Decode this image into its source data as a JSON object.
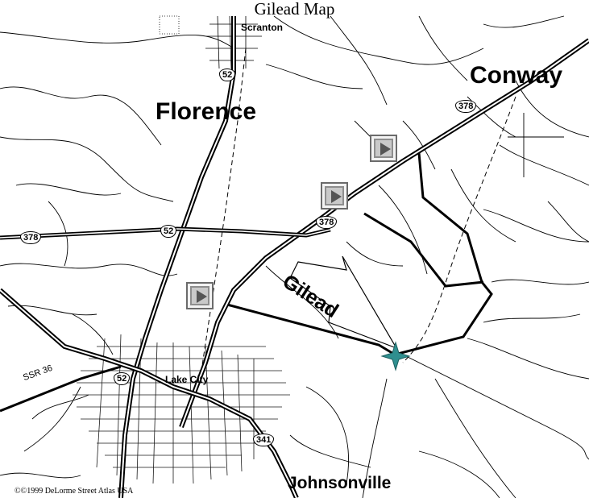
{
  "title": "Gilead Map",
  "labels": {
    "florence": "Florence",
    "conway": "Conway",
    "gilead": "Gilead",
    "johnsonville": "Johnsonville",
    "scranton": "Scranton",
    "lake_city": "Lake City",
    "ssr": "SSR 36"
  },
  "shields": {
    "us52_north": "52",
    "us52_mid": "52",
    "us52_south": "52",
    "us378_east": "378",
    "us378_mid": "378",
    "us378_west": "378",
    "us341": "341"
  },
  "copyright": "©©1999 DeLorme    Street Atlas USA",
  "icons": {
    "nav_arrow": "play-triangle-icon",
    "destination": "star-marker-icon"
  },
  "colors": {
    "marker": "#2f8f8f",
    "road": "#000000",
    "background": "#ffffff"
  }
}
